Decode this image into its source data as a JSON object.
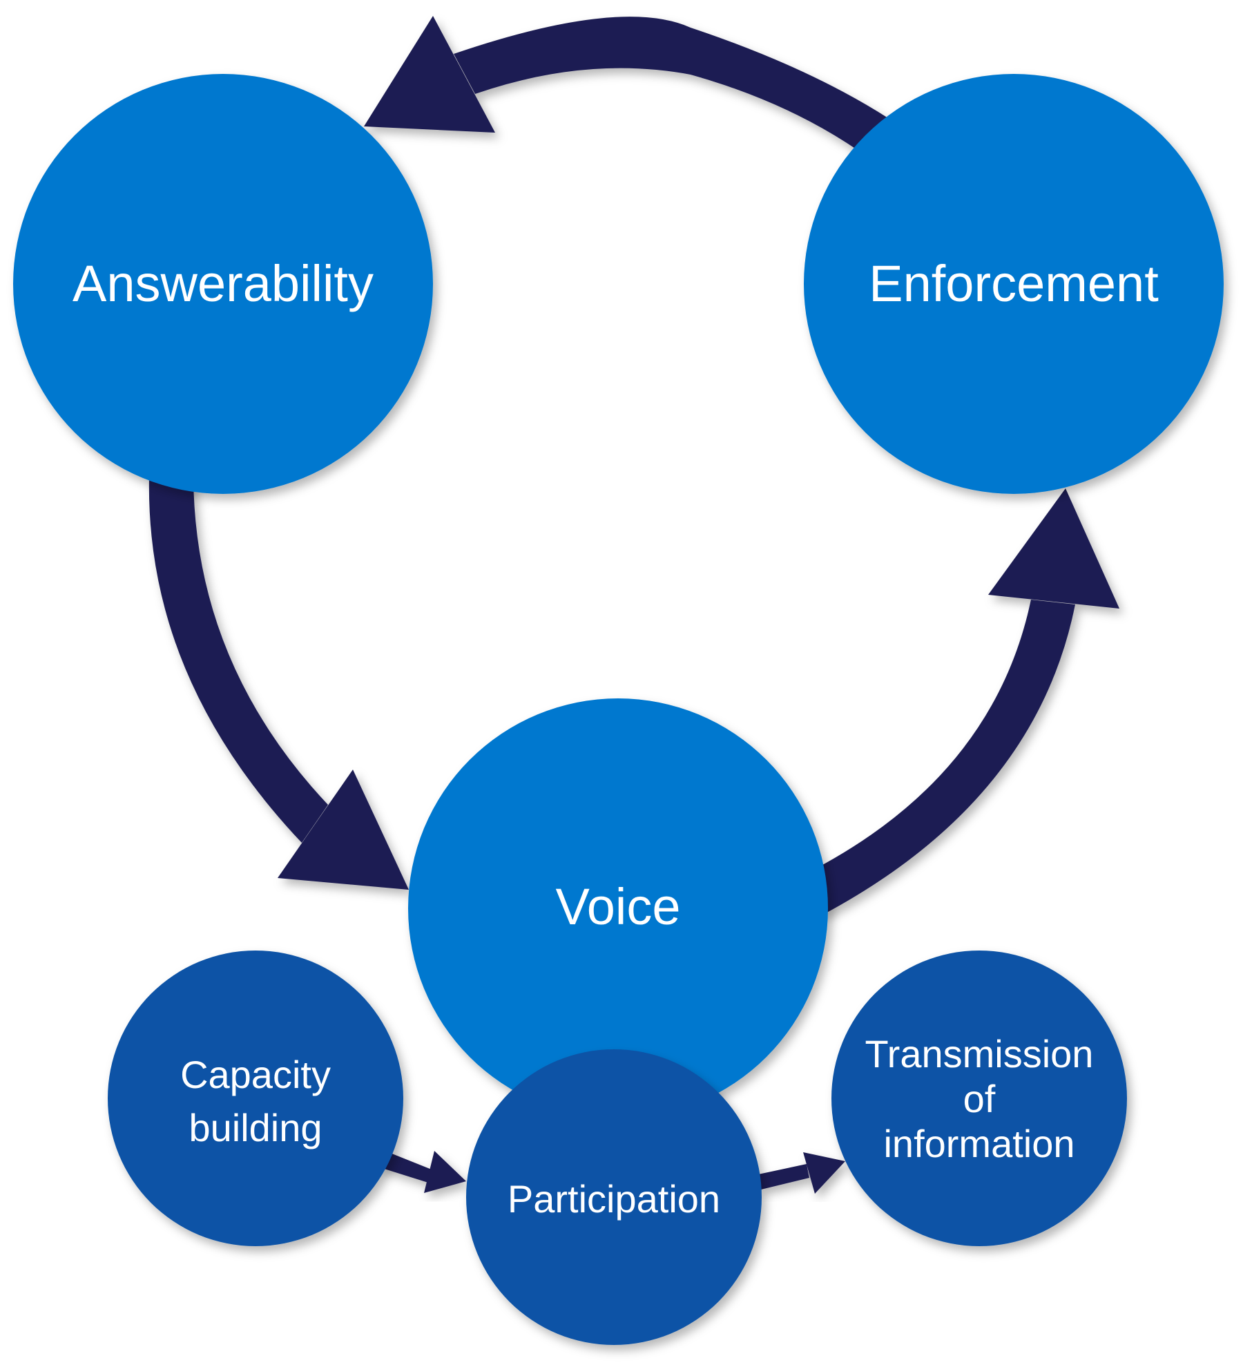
{
  "title": "Accountability cycle diagram",
  "colors": {
    "arrow": "#1F1F52",
    "primary_circle": "#0378CF",
    "secondary_circle": "#0B53A6",
    "text": "#FFFFFF",
    "background": "#FFFFFF"
  },
  "nodes": {
    "answerability": {
      "label": "Answerability"
    },
    "enforcement": {
      "label": "Enforcement"
    },
    "voice": {
      "label": "Voice"
    },
    "capacity_building": {
      "lines": [
        "Capacity",
        "building"
      ]
    },
    "participation": {
      "label": "Participation"
    },
    "transmission": {
      "lines": [
        "Transmission",
        "of",
        "information"
      ]
    }
  },
  "edges": [
    {
      "from": "Enforcement",
      "to": "Answerability"
    },
    {
      "from": "Answerability",
      "to": "Voice"
    },
    {
      "from": "Voice",
      "to": "Enforcement"
    },
    {
      "from": "Capacity building",
      "to": "Participation"
    },
    {
      "from": "Participation",
      "to": "Transmission of information"
    }
  ]
}
